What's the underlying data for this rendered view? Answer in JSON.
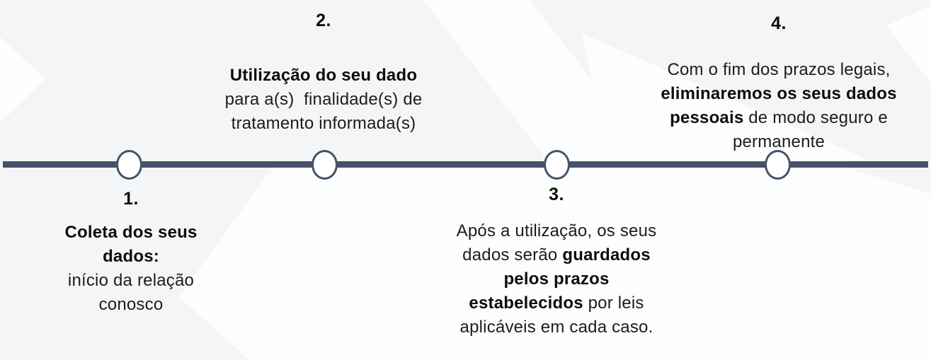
{
  "colors": {
    "background": "#f4f5f6",
    "shape": "#fcfdfd",
    "line": "#46526a",
    "node_fill": "#ffffff",
    "node_border": "#46526a",
    "text": "#1c1c1c",
    "bold_text": "#0d0d0d"
  },
  "timeline": {
    "steps": [
      {
        "number": "1.",
        "side": "below",
        "lines": [
          [
            {
              "text": "Coleta dos seus",
              "bold": true
            }
          ],
          [
            {
              "text": "dados:",
              "bold": true
            }
          ],
          [
            {
              "text": "início da relação",
              "bold": false
            }
          ],
          [
            {
              "text": "conosco",
              "bold": false
            }
          ]
        ]
      },
      {
        "number": "2.",
        "side": "above",
        "lines": [
          [
            {
              "text": "Utilização do seu dado",
              "bold": true
            }
          ],
          [
            {
              "text": "para a(s)  finalidade(s) de",
              "bold": false
            }
          ],
          [
            {
              "text": "tratamento informada(s)",
              "bold": false
            }
          ]
        ]
      },
      {
        "number": "3.",
        "side": "below",
        "lines": [
          [
            {
              "text": "Após a utilização, os seus",
              "bold": false
            }
          ],
          [
            {
              "text": "dados serão ",
              "bold": false
            },
            {
              "text": "guardados",
              "bold": true
            }
          ],
          [
            {
              "text": "pelos prazos",
              "bold": true
            }
          ],
          [
            {
              "text": "estabelecidos",
              "bold": true
            },
            {
              "text": " por leis",
              "bold": false
            }
          ],
          [
            {
              "text": "aplicáveis em cada caso.",
              "bold": false
            }
          ]
        ]
      },
      {
        "number": "4.",
        "side": "above",
        "lines": [
          [
            {
              "text": "Com o fim dos prazos legais,",
              "bold": false
            }
          ],
          [
            {
              "text": "eliminaremos os seus dados",
              "bold": true
            }
          ],
          [
            {
              "text": "pessoais",
              "bold": true
            },
            {
              "text": " de modo seguro e",
              "bold": false
            }
          ],
          [
            {
              "text": "permanente",
              "bold": false
            }
          ]
        ]
      }
    ]
  }
}
